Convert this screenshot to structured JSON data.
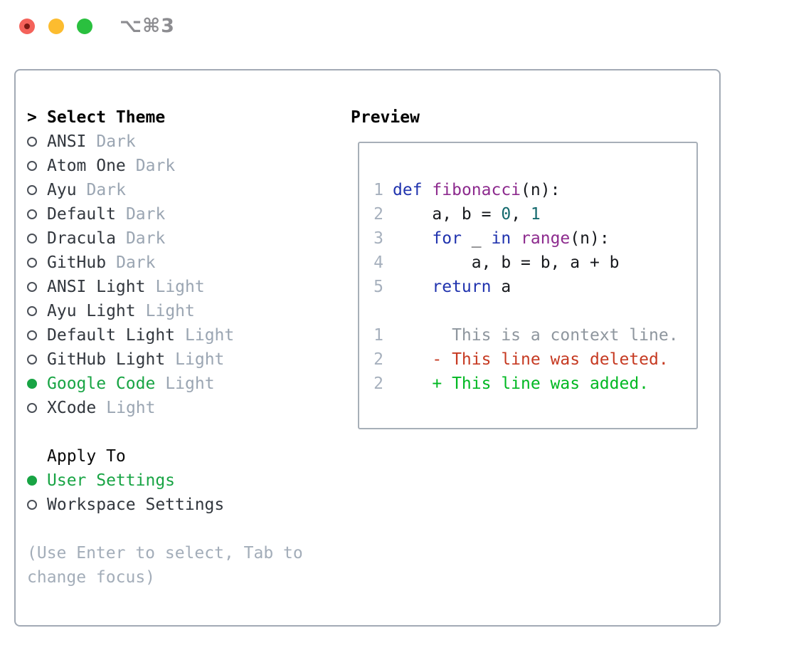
{
  "titlebar": {
    "shortcut": "⌥⌘3",
    "buttons": [
      "close",
      "minimize",
      "zoom"
    ]
  },
  "colors": {
    "selection_green": "#18a444",
    "added_green": "#00b822",
    "deleted_red": "#c63a22",
    "keyword_blue": "#2033ae",
    "function_purple": "#8d2b8e",
    "number_teal": "#146a6e",
    "dim_gray": "#9aa5b2",
    "panel_border": "#a2aab5"
  },
  "theme_list": {
    "header_marker": ">",
    "header": "Select Theme",
    "items": [
      {
        "name": "ANSI",
        "variant": "Dark",
        "selected": false
      },
      {
        "name": "Atom One",
        "variant": "Dark",
        "selected": false
      },
      {
        "name": "Ayu",
        "variant": "Dark",
        "selected": false
      },
      {
        "name": "Default",
        "variant": "Dark",
        "selected": false
      },
      {
        "name": "Dracula",
        "variant": "Dark",
        "selected": false
      },
      {
        "name": "GitHub",
        "variant": "Dark",
        "selected": false
      },
      {
        "name": "ANSI Light",
        "variant": "Light",
        "selected": false
      },
      {
        "name": "Ayu Light",
        "variant": "Light",
        "selected": false
      },
      {
        "name": "Default Light",
        "variant": "Light",
        "selected": false
      },
      {
        "name": "GitHub Light",
        "variant": "Light",
        "selected": false
      },
      {
        "name": "Google Code",
        "variant": "Light",
        "selected": true
      },
      {
        "name": "XCode",
        "variant": "Light",
        "selected": false
      }
    ]
  },
  "apply_to": {
    "header": "Apply To",
    "options": [
      {
        "label": "User Settings",
        "selected": true
      },
      {
        "label": "Workspace Settings",
        "selected": false
      }
    ]
  },
  "hint": {
    "line1": "(Use Enter to select, Tab to",
    "line2": "change focus)"
  },
  "preview": {
    "title": "Preview",
    "lines": [
      {
        "n": "1",
        "tokens": [
          {
            "t": "def",
            "c": "kw"
          },
          {
            "t": " ",
            "c": "pl"
          },
          {
            "t": "fibonacci",
            "c": "fn"
          },
          {
            "t": "(n):",
            "c": "pl"
          }
        ]
      },
      {
        "n": "2",
        "tokens": [
          {
            "t": "    a, b = ",
            "c": "pl"
          },
          {
            "t": "0",
            "c": "nm"
          },
          {
            "t": ", ",
            "c": "pl"
          },
          {
            "t": "1",
            "c": "nm"
          }
        ]
      },
      {
        "n": "3",
        "tokens": [
          {
            "t": "    ",
            "c": "pl"
          },
          {
            "t": "for",
            "c": "kw"
          },
          {
            "t": " _ ",
            "c": "pl"
          },
          {
            "t": "in",
            "c": "kw"
          },
          {
            "t": " ",
            "c": "pl"
          },
          {
            "t": "range",
            "c": "fn"
          },
          {
            "t": "(n):",
            "c": "pl"
          }
        ]
      },
      {
        "n": "4",
        "tokens": [
          {
            "t": "        a, b = b, a + b",
            "c": "pl"
          }
        ]
      },
      {
        "n": "5",
        "tokens": [
          {
            "t": "    ",
            "c": "pl"
          },
          {
            "t": "return",
            "c": "kw"
          },
          {
            "t": " a",
            "c": "pl"
          }
        ]
      },
      {
        "n": "",
        "tokens": []
      },
      {
        "n": "1",
        "tokens": [
          {
            "t": "      This is a context line.",
            "c": "ctx"
          }
        ]
      },
      {
        "n": "2",
        "tokens": [
          {
            "t": "    - This line was deleted.",
            "c": "del"
          }
        ]
      },
      {
        "n": "2",
        "tokens": [
          {
            "t": "    + This line was added.",
            "c": "add"
          }
        ]
      }
    ]
  }
}
